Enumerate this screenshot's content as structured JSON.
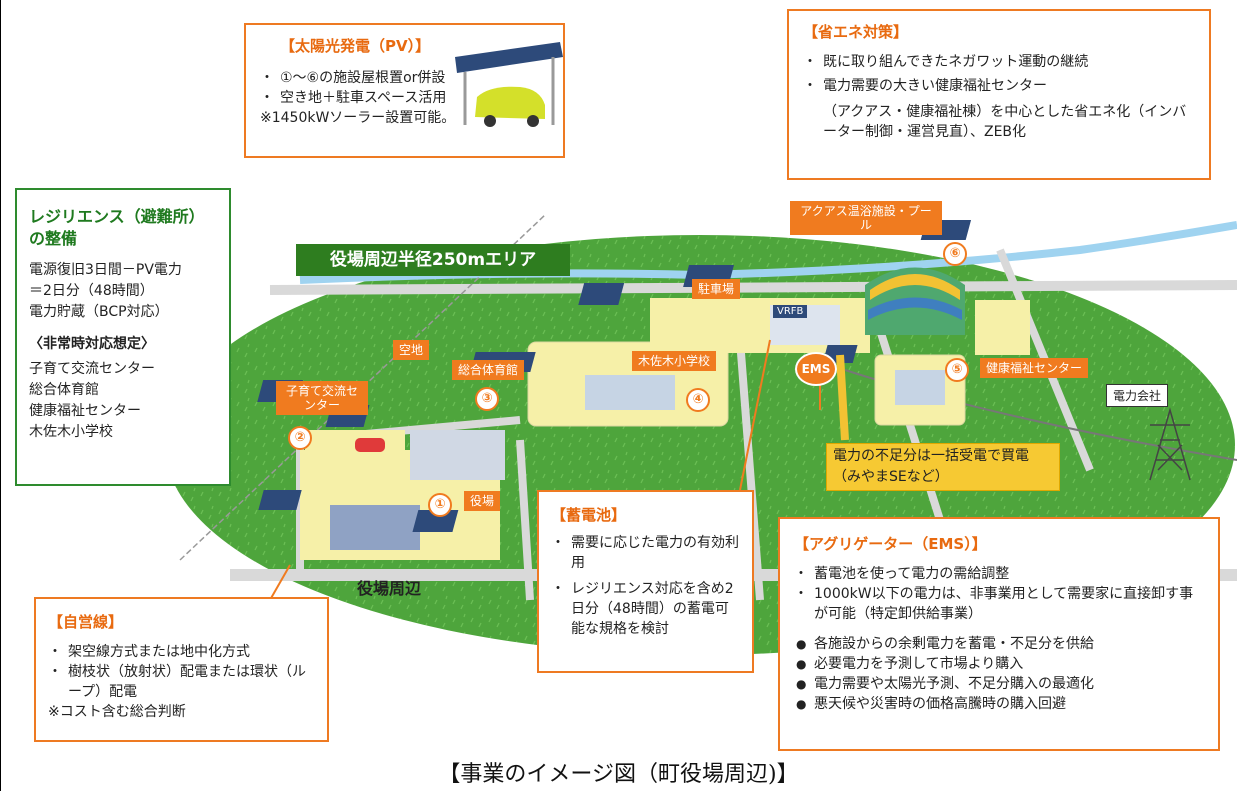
{
  "pv": {
    "title": "【太陽光発電（PV）】",
    "items": [
      "①～⑥の施設屋根置or併設",
      "空き地＋駐車スペース活用"
    ],
    "note": "※1450kWソーラー設置可能。"
  },
  "energy_saving": {
    "title": "【省エネ対策】",
    "items": [
      "既に取り組んできたネガワット運動の継続",
      "電力需要の大きい健康福祉センター"
    ],
    "detail": "（アクアス・健康福祉棟）を中心とした省エネ化（インバーター制御・運営見直）、ZEB化"
  },
  "resilience": {
    "title": "レジリエンス（避難所）の整備",
    "lines": [
      "電源復旧3日間－PV電力",
      "＝2日分（48時間）",
      "電力貯蔵（BCP対応）"
    ],
    "sub_title": "〈非常時対応想定〉",
    "facilities": [
      "子育て交流センター",
      "総合体育館",
      "健康福祉センター",
      "木佐木小学校"
    ]
  },
  "area_banner": "役場周辺半径250mエリア",
  "map_labels": {
    "aquas": "アクアス温浴施設・プール",
    "parking": "駐車場",
    "vrfb": "VRFB",
    "ems": "EMS",
    "empty_lot": "空地",
    "gym": "総合体育館",
    "school": "木佐木小学校",
    "childcare": "子育て交流センター",
    "health": "健康福祉センター",
    "power_company": "電力会社",
    "town_hall": "役場",
    "town_hall_area": "役場周辺"
  },
  "numbers": [
    "①",
    "②",
    "③",
    "④",
    "⑤",
    "⑥"
  ],
  "shortage_note": "電力の不足分は一括受電で買電（みやまSEなど）",
  "battery": {
    "title": "【蓄電池】",
    "items": [
      "需要に応じた電力の有効利用",
      "レジリエンス対応を含め2日分（48時間）の蓄電可能な規格を検討"
    ]
  },
  "private_line": {
    "title": "【自営線】",
    "items": [
      "架空線方式または地中化方式",
      "樹枝状（放射状）配電または環状（ループ）配電"
    ],
    "note": "※コスト含む総合判断"
  },
  "aggregator": {
    "title": "【アグリゲーター（EMS）】",
    "items": [
      "蓄電池を使って電力の需給調整",
      "1000kW以下の電力は、非事業用として需要家に直接卸す事が可能（特定卸供給事業）"
    ],
    "points": [
      "各施設からの余剰電力を蓄電・不足分を供給",
      "必要電力を予測して市場より購入",
      "電力需要や太陽光予測、不足分購入の最適化",
      "悪天候や災害時の価格高騰時の購入回避"
    ]
  },
  "caption": "【事業のイメージ図（町役場周辺)】",
  "colors": {
    "accent": "#f07b1f",
    "green_dark": "#2e7d1f",
    "field": "#49a23a"
  }
}
